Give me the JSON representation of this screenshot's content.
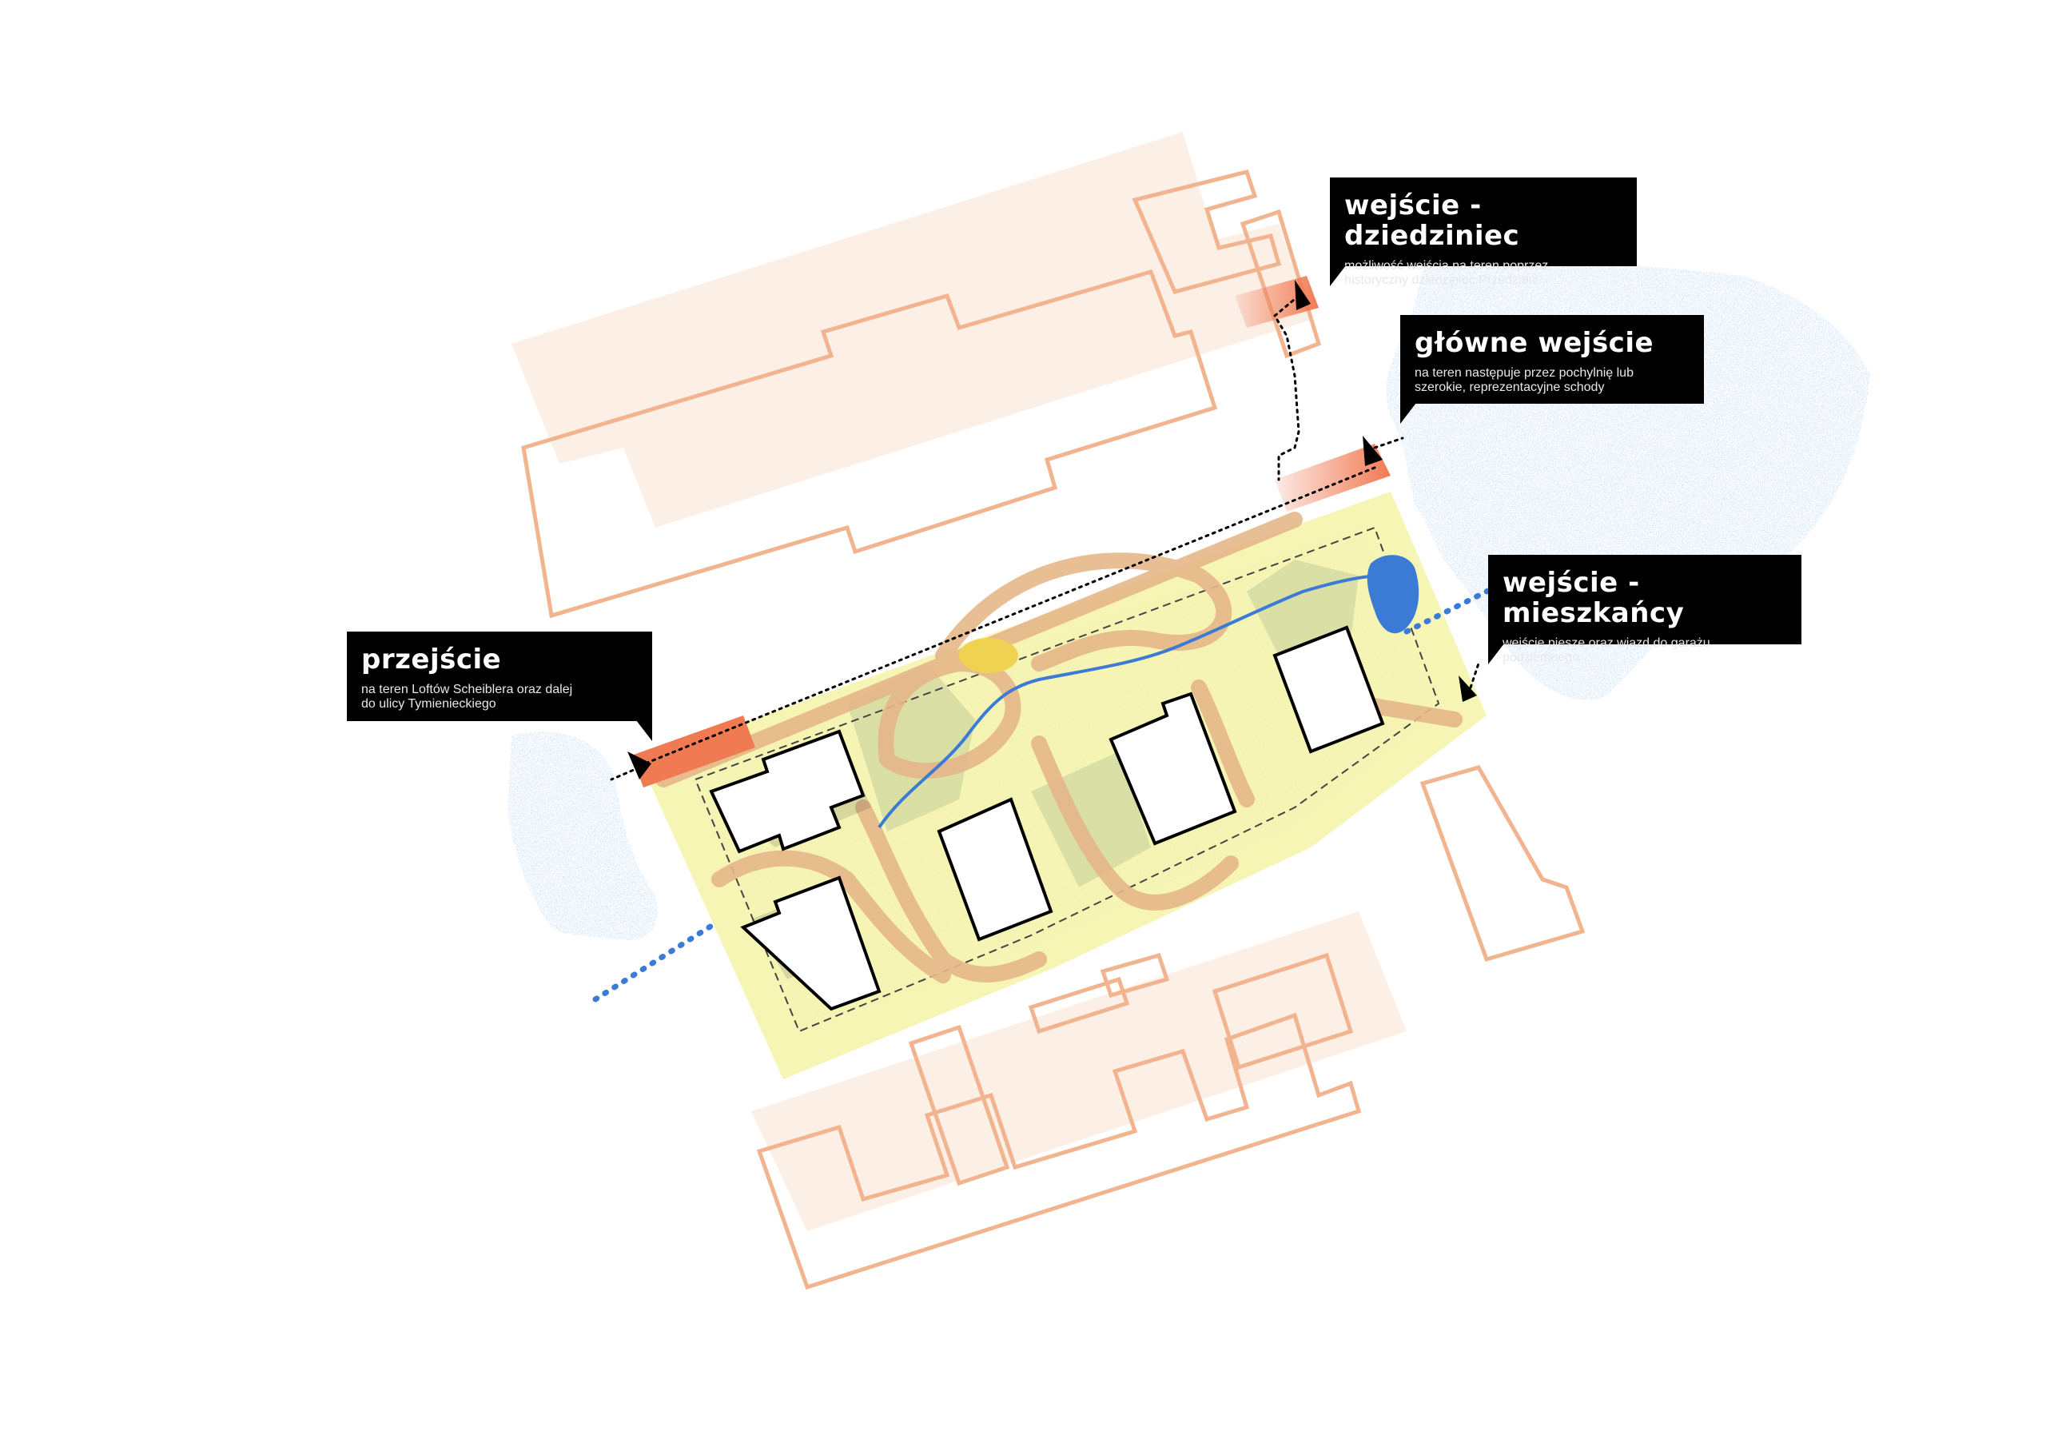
{
  "callouts": {
    "courtyard": {
      "title": "wejście -dziedziniec",
      "line1": "możliwość wejścia na teren poprzez",
      "line2": "historyczny dziedziniec Przędzalni"
    },
    "main": {
      "title": "główne wejście",
      "line1": "na teren następuje przez pochylnię lub",
      "line2": "szerokie, reprezentacyjne schody"
    },
    "residents": {
      "title": "wejście - mieszkańcy",
      "line1": "wejście piesze oraz wjazd do garażu",
      "line2": "podziemnego"
    },
    "passage": {
      "title": "przejście",
      "line1": "na teren Loftów Scheiblera oraz dalej",
      "line2": "do ulicy Tymienieckiego"
    }
  },
  "colors": {
    "site_fill": "#f6f5b4",
    "neighbor_outline": "#f2b48e",
    "neighbor_fill": "#fdeee6",
    "water_stipple": "#4f8fe6",
    "path": "#e9b98a",
    "entrance": "#f07a52",
    "building": "#ffffff",
    "callout_bg": "#000000"
  },
  "icons": {
    "entry_marker": "triangle-flag-icon"
  }
}
